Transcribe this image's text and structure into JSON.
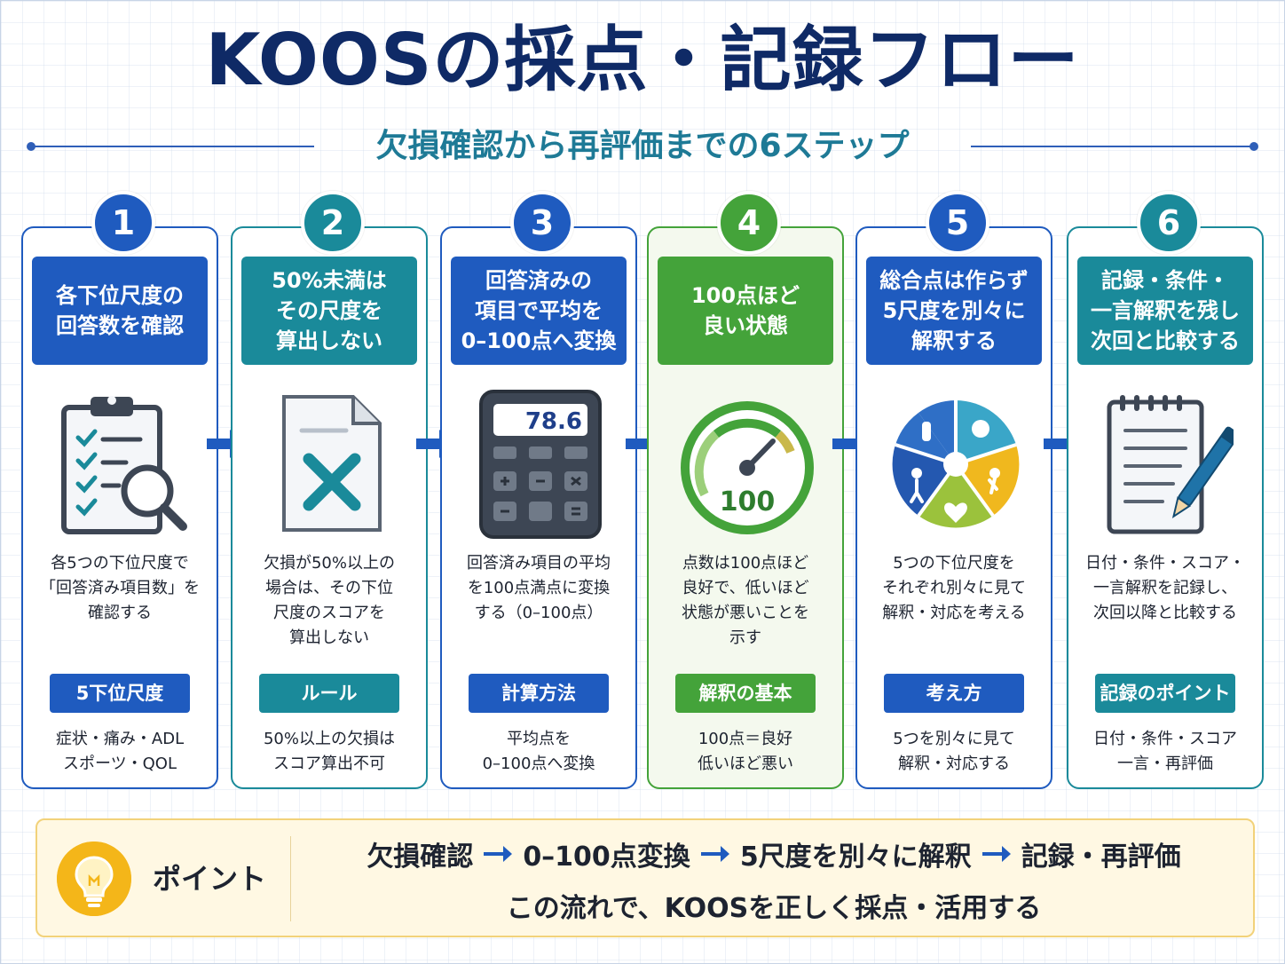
{
  "title": "KOOSの採点・記録フロー",
  "subtitle": "欠損確認から再評価までの6ステップ",
  "steps": [
    {
      "number": "1",
      "color": "#1f5bbf",
      "heading": [
        "各下位尺度の",
        "回答数を確認"
      ],
      "icon": "clipboard-magnifier-icon",
      "description": [
        "各5つの下位尺度で",
        "「回答済み項目数」を",
        "確認する"
      ],
      "pill": "5下位尺度",
      "note": [
        "症状・痛み・ADL",
        "スポーツ・QOL"
      ]
    },
    {
      "number": "2",
      "color": "#1a8a9a",
      "heading": [
        "50%未満は",
        "その尺度を",
        "算出しない"
      ],
      "icon": "document-x-icon",
      "description": [
        "欠損が50%以上の",
        "場合は、その下位",
        "尺度のスコアを",
        "算出しない"
      ],
      "pill": "ルール",
      "note": [
        "50%以上の欠損は",
        "スコア算出不可"
      ]
    },
    {
      "number": "3",
      "color": "#1f5bbf",
      "heading": [
        "回答済みの",
        "項目で平均を",
        "0–100点へ変換"
      ],
      "icon": "calculator-icon",
      "calculator_display": "78.6",
      "description": [
        "回答済み項目の平均",
        "を100点満点に変換",
        "する（0–100点）"
      ],
      "pill": "計算方法",
      "note": [
        "平均点を",
        "0–100点へ変換"
      ]
    },
    {
      "number": "4",
      "color": "#44a33a",
      "heading": [
        "100点ほど",
        "良い状態"
      ],
      "icon": "gauge-icon",
      "gauge_value": "100",
      "description": [
        "点数は100点ほど",
        "良好で、低いほど",
        "状態が悪いことを",
        "示す"
      ],
      "pill": "解釈の基本",
      "note": [
        "100点＝良好",
        "低いほど悪い"
      ]
    },
    {
      "number": "5",
      "color": "#1f5bbf",
      "heading": [
        "総合点は作らず",
        "5尺度を別々に",
        "解釈する"
      ],
      "icon": "puzzle-wheel-icon",
      "description": [
        "5つの下位尺度を",
        "それぞれ別々に見て",
        "解釈・対応を考える"
      ],
      "pill": "考え方",
      "note": [
        "5つを別々に見て",
        "解釈・対応する"
      ]
    },
    {
      "number": "6",
      "color": "#1a8a9a",
      "heading": [
        "記録・条件・",
        "一言解釈を残し",
        "次回と比較する"
      ],
      "icon": "notepad-pen-icon",
      "description": [
        "日付・条件・スコア・",
        "一言解釈を記録し、",
        "次回以降と比較する"
      ],
      "pill": "記録のポイント",
      "note": [
        "日付・条件・スコア",
        "一言・再評価"
      ]
    }
  ],
  "point": {
    "label": "ポイント",
    "flow": [
      "欠損確認",
      "0–100点変換",
      "5尺度を別々に解釈",
      "記録・再評価"
    ],
    "summary": "この流れで、KOOSを正しく採点・活用する"
  },
  "colors": {
    "title": "#0f2a66",
    "subtitle": "#1e7a96",
    "blue": "#1f5bbf",
    "teal": "#1a8a9a",
    "green": "#44a33a",
    "arrow": "#1f5bbf",
    "point_bg": "#fff8e3",
    "bulb": "#f4b619"
  }
}
